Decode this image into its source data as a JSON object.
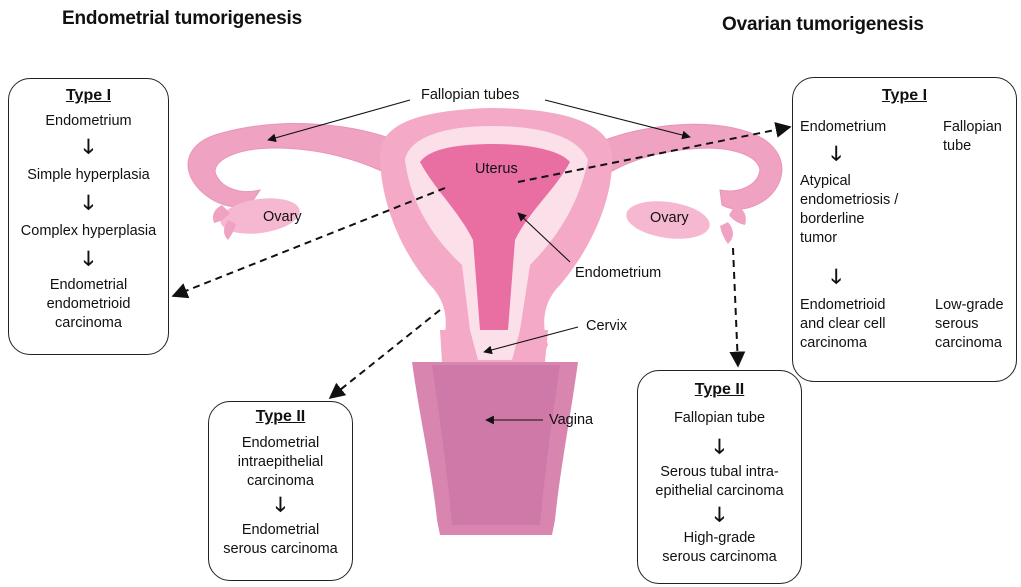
{
  "headings": {
    "endometrial": "Endometrial tumorigenesis",
    "ovarian": "Ovarian tumorigenesis"
  },
  "labels": {
    "fallopian_tubes": "Fallopian tubes",
    "uterus": "Uterus",
    "ovary_left": "Ovary",
    "ovary_right": "Ovary",
    "endometrium": "Endometrium",
    "cervix": "Cervix",
    "vagina": "Vagina"
  },
  "endo_type1": {
    "title": "Type I",
    "steps": [
      "Endometrium",
      "Simple hyperplasia",
      "Complex hyperplasia"
    ],
    "final": [
      "Endometrial",
      "endometrioid",
      "carcinoma"
    ]
  },
  "endo_type2": {
    "title": "Type II",
    "step1": [
      "Endometrial",
      "intraepithelial",
      "carcinoma"
    ],
    "step2": [
      "Endometrial",
      "serous carcinoma"
    ]
  },
  "ovar_type1": {
    "title": "Type I",
    "left_start": "Endometrium",
    "left_mid": [
      "Atypical",
      "endometriosis /",
      "borderline",
      "tumor"
    ],
    "left_end": [
      "Endometrioid",
      "and  clear cell",
      "carcinoma"
    ],
    "right_start": [
      "Fallopian",
      "tube"
    ],
    "right_end": [
      "Low-grade",
      "serous",
      "carcinoma"
    ]
  },
  "ovar_type2": {
    "title": "Type II",
    "step1": "Fallopian tube",
    "step2": [
      "Serous tubal intra-",
      "epithelial carcinoma"
    ],
    "step3": [
      "High-grade",
      "serous carcinoma"
    ]
  },
  "arrow_glyph": "🡓",
  "colors": {
    "uterus_outer": "#f4a9c7",
    "uterus_mid": "#ee8db5",
    "endometrium_pink": "#e96fa2",
    "lining_light": "#fbe0ea",
    "vagina": "#d886b0"
  }
}
